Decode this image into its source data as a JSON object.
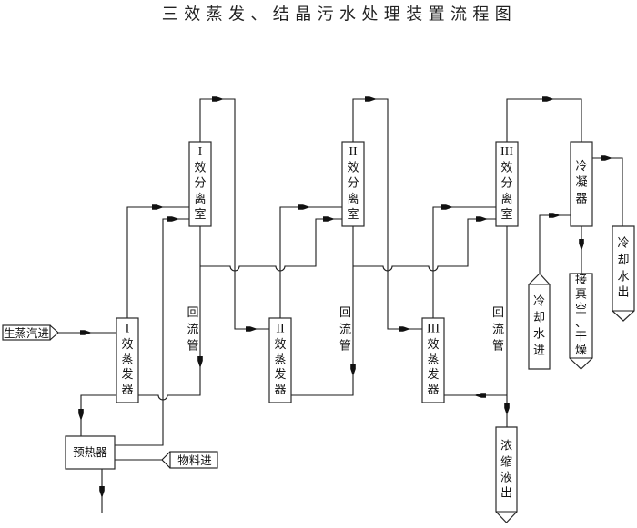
{
  "title": "三效蒸发、结晶污水处理装置流程图",
  "separators": [
    {
      "lines": [
        "I",
        "效",
        "分",
        "离",
        "室"
      ]
    },
    {
      "lines": [
        "II",
        "效",
        "分",
        "离",
        "室"
      ]
    },
    {
      "lines": [
        "III",
        "效",
        "分",
        "离",
        "室"
      ]
    }
  ],
  "evaporators": [
    {
      "lines": [
        "I",
        "效",
        "蒸",
        "发",
        "器"
      ]
    },
    {
      "lines": [
        "II",
        "效",
        "蒸",
        "发",
        "器"
      ]
    },
    {
      "lines": [
        "III",
        "效",
        "蒸",
        "发",
        "器"
      ]
    }
  ],
  "reflux_pipes": [
    {
      "lines": [
        "回",
        "流",
        "管"
      ]
    },
    {
      "lines": [
        "回",
        "流",
        "管"
      ]
    },
    {
      "lines": [
        "回",
        "流",
        "管"
      ]
    }
  ],
  "condenser": {
    "lines": [
      "冷",
      "凝",
      "器"
    ]
  },
  "preheater": {
    "label": "预热器"
  },
  "inlets": {
    "live_steam": "生蒸汽进",
    "feed": "物料进",
    "cooling_water": {
      "lines": [
        "冷",
        "却",
        "水",
        "进"
      ]
    }
  },
  "outlets": {
    "cooling_water": {
      "lines": [
        "冷",
        "却",
        "水",
        "出"
      ]
    },
    "vacuum_drying": {
      "lines": [
        "接",
        "真",
        "空",
        "、",
        "干",
        "燥"
      ]
    },
    "concentrate": {
      "lines": [
        "浓",
        "缩",
        "液",
        "出"
      ]
    }
  },
  "flows": [
    {
      "from": "live_steam_inlet",
      "to": "evaporator_1"
    },
    {
      "from": "feed_inlet",
      "to": "preheater"
    },
    {
      "from": "preheater",
      "to": "separator_1"
    },
    {
      "from": "evaporator_1",
      "to": "separator_1"
    },
    {
      "from": "evaporator_1",
      "to": "preheater"
    },
    {
      "from": "preheater",
      "to": "bottom_outlet"
    },
    {
      "from": "separator_1",
      "to": "evaporator_2"
    },
    {
      "from": "separator_1",
      "to": "evaporator_1",
      "via": "reflux_pipe_1"
    },
    {
      "from": "separator_1",
      "to": "separator_2",
      "via": "reflux_pipe_1"
    },
    {
      "from": "evaporator_2",
      "to": "separator_2"
    },
    {
      "from": "separator_2",
      "to": "evaporator_3"
    },
    {
      "from": "separator_2",
      "to": "evaporator_2",
      "via": "reflux_pipe_2"
    },
    {
      "from": "separator_2",
      "to": "separator_3",
      "via": "reflux_pipe_2"
    },
    {
      "from": "evaporator_3",
      "to": "separator_3"
    },
    {
      "from": "separator_3",
      "to": "condenser"
    },
    {
      "from": "separator_3",
      "to": "evaporator_3",
      "via": "reflux_pipe_3"
    },
    {
      "from": "separator_3",
      "to": "concentrate_outlet",
      "via": "reflux_pipe_3"
    },
    {
      "from": "cooling_water_inlet",
      "to": "condenser"
    },
    {
      "from": "condenser",
      "to": "cooling_water_outlet"
    },
    {
      "from": "condenser",
      "to": "vacuum_drying_outlet"
    }
  ]
}
